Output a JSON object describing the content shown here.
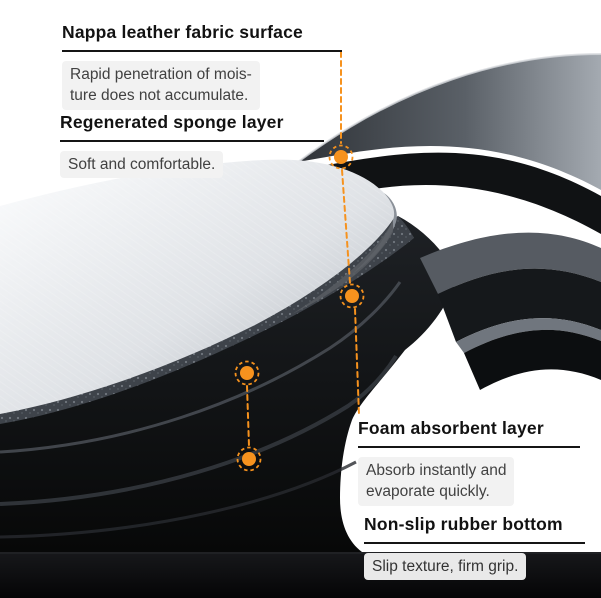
{
  "accent_color": "#F6921E",
  "callouts": [
    {
      "id": "nappa-leather-surface",
      "title": "Nappa leather fabric surface",
      "desc_lines": [
        "Rapid penetration of mois-",
        "ture does not accumulate."
      ]
    },
    {
      "id": "regenerated-sponge",
      "title": "Regenerated sponge layer",
      "desc_lines": [
        "Soft and comfortable."
      ]
    },
    {
      "id": "foam-absorbent",
      "title": "Foam absorbent layer",
      "desc_lines": [
        "Absorb instantly and",
        "evaporate quickly."
      ]
    },
    {
      "id": "non-slip-rubber",
      "title": "Non-slip rubber bottom",
      "desc_lines": [
        "Slip texture, firm grip."
      ]
    }
  ],
  "markers": [
    {
      "icon": "layer-marker-icon"
    },
    {
      "icon": "layer-marker-icon"
    },
    {
      "icon": "layer-marker-icon"
    },
    {
      "icon": "layer-marker-icon"
    }
  ]
}
